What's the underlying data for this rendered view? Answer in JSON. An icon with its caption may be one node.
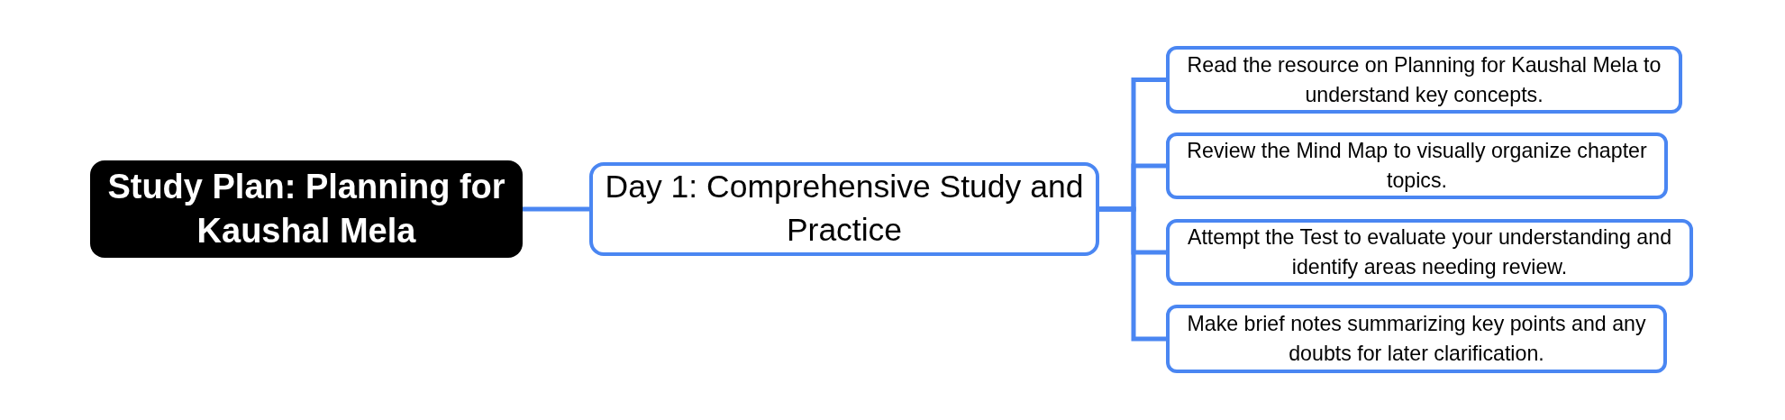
{
  "diagram": {
    "nodes": [
      {
        "text": [
          "Study Plan: Planning for Kaushal Mela"
        ]
      },
      {
        "text": [
          "Day 1: Comprehensive Study and Practice"
        ]
      },
      {
        "text": [
          "Read the resource on Planning for Kaushal Mela to understand key concepts."
        ]
      },
      {
        "text": [
          "Review the Mind Map to visually organize chapter topics."
        ]
      },
      {
        "text": [
          "Attempt the Test to evaluate your understanding and identify areas needing review."
        ]
      },
      {
        "text": [
          "Make brief notes summarizing key points and any doubts for later clarification."
        ]
      }
    ],
    "edges": [
      {
        "from": 0,
        "to": 1,
        "arrow": "none"
      },
      {
        "from": 1,
        "to": 2,
        "arrow": "none"
      },
      {
        "from": 1,
        "to": 3,
        "arrow": "none"
      },
      {
        "from": 1,
        "to": 4,
        "arrow": "none"
      },
      {
        "from": 1,
        "to": 5,
        "arrow": "none"
      }
    ]
  }
}
